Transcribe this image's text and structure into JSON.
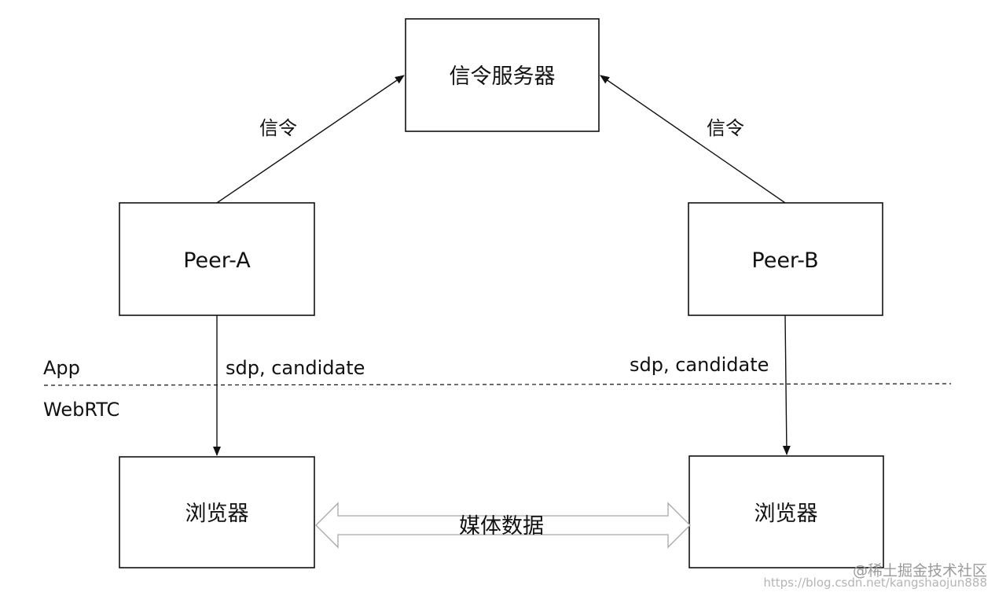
{
  "nodes": {
    "signal_server": "信令服务器",
    "peer_a": "Peer-A",
    "peer_b": "Peer-B",
    "browser_a": "浏览器",
    "browser_b": "浏览器"
  },
  "edges": {
    "signal_left": "信令",
    "signal_right": "信令",
    "sdp_left": "sdp, candidate",
    "sdp_right": "sdp, candidate",
    "media": "媒体数据"
  },
  "layers": {
    "app": "App",
    "webrtc": "WebRTC"
  },
  "watermark": {
    "main": "@稀土掘金技术社区",
    "url": "https://blog.csdn.net/kangshaojun888"
  }
}
